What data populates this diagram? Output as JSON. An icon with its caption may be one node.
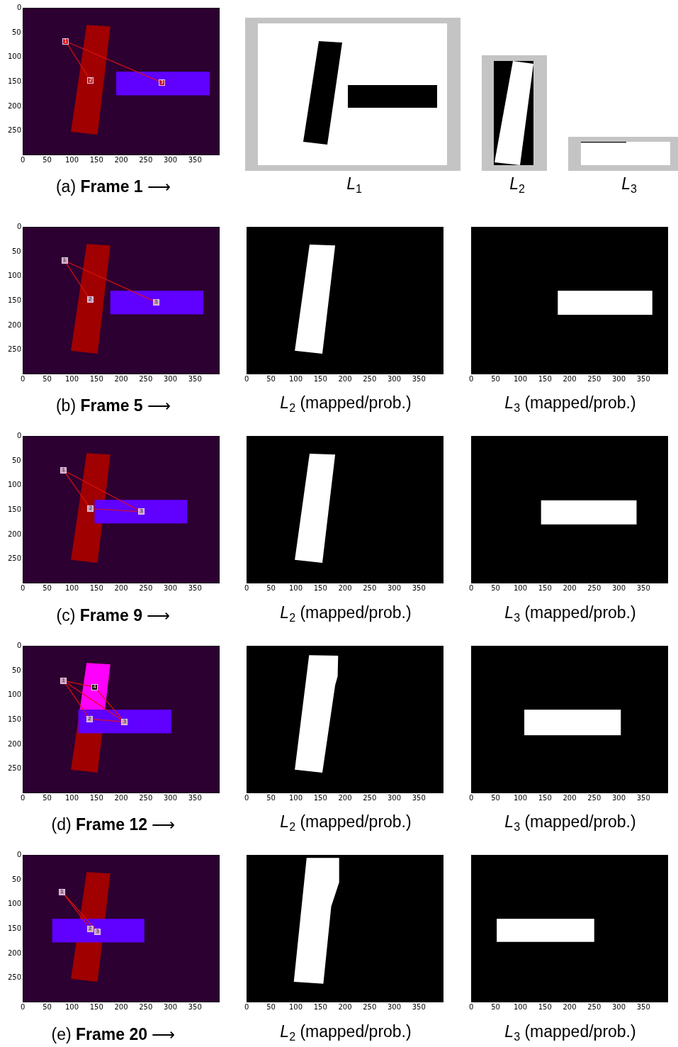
{
  "diagram": {
    "nodes": [
      {
        "text": [
          "1"
        ]
      },
      {
        "text": [
          "2"
        ]
      },
      {
        "text": [
          "3"
        ]
      },
      {
        "text": [
          "1"
        ]
      },
      {
        "text": [
          "2"
        ]
      },
      {
        "text": [
          "3"
        ]
      },
      {
        "text": [
          "1"
        ]
      },
      {
        "text": [
          "2"
        ]
      },
      {
        "text": [
          "3"
        ]
      },
      {
        "text": [
          "1"
        ]
      },
      {
        "text": [
          "4"
        ]
      },
      {
        "text": [
          "2"
        ]
      },
      {
        "text": [
          "3"
        ]
      },
      {
        "text": [
          "1"
        ]
      },
      {
        "text": [
          "2"
        ]
      },
      {
        "text": [
          "3"
        ]
      }
    ],
    "edges": [
      {
        "from": 0,
        "to": 1,
        "arrow": "none"
      },
      {
        "from": 0,
        "to": 2,
        "arrow": "none"
      },
      {
        "from": 3,
        "to": 4,
        "arrow": "none"
      },
      {
        "from": 3,
        "to": 5,
        "arrow": "none"
      },
      {
        "from": 6,
        "to": 7,
        "arrow": "none"
      },
      {
        "from": 6,
        "to": 8,
        "arrow": "none"
      },
      {
        "from": 7,
        "to": 8,
        "arrow": "none"
      },
      {
        "from": 9,
        "to": 10,
        "arrow": "none"
      },
      {
        "from": 9,
        "to": 11,
        "arrow": "none"
      },
      {
        "from": 9,
        "to": 12,
        "arrow": "none"
      },
      {
        "from": 10,
        "to": 12,
        "arrow": "none"
      },
      {
        "from": 11,
        "to": 12,
        "arrow": "none"
      },
      {
        "from": 13,
        "to": 14,
        "arrow": "none"
      },
      {
        "from": 13,
        "to": 15,
        "arrow": "none"
      }
    ],
    "labels": [
      "0",
      "50",
      "100",
      "150",
      "200",
      "250",
      "0",
      "50",
      "100",
      "150",
      "200",
      "250",
      "300",
      "350",
      "(a) **Frame 1** ⟶",
      "*L*$_{1}$",
      "*L*$_{2}$",
      "*L*$_{3}$",
      "0",
      "50",
      "100",
      "150",
      "200",
      "250",
      "0",
      "50",
      "100",
      "150",
      "200",
      "250",
      "300",
      "350",
      "(b) **Frame 5** ⟶",
      "0",
      "50",
      "100",
      "150",
      "200",
      "250",
      "300",
      "350",
      "*L*$_{2}$ (mapped/prob.)",
      "0",
      "50",
      "100",
      "150",
      "200",
      "250",
      "300",
      "350",
      "*L*$_{3}$ (mapped/prob.)",
      "0",
      "50",
      "100",
      "150",
      "200",
      "250",
      "0",
      "50",
      "100",
      "150",
      "200",
      "250",
      "300",
      "350",
      "(c) **Frame 9** ⟶",
      "0",
      "50",
      "100",
      "150",
      "200",
      "250",
      "300",
      "350",
      "*L*$_{2}$ (mapped/prob.)",
      "0",
      "50",
      "100",
      "150",
      "200",
      "250",
      "300",
      "350",
      "*L*$_{3}$ (mapped/prob.)",
      "0",
      "50",
      "100",
      "150",
      "200",
      "250",
      "0",
      "50",
      "100",
      "150",
      "200",
      "250",
      "300",
      "350",
      "(d) **Frame 12** ⟶",
      "0",
      "50",
      "100",
      "150",
      "200",
      "250",
      "300",
      "350",
      "*L*$_{2}$ (mapped/prob.)",
      "0",
      "50",
      "100",
      "150",
      "200",
      "250",
      "300",
      "350",
      "*L*$_{3}$ (mapped/prob.)",
      "0",
      "50",
      "100",
      "150",
      "200",
      "250",
      "0",
      "50",
      "100",
      "150",
      "200",
      "250",
      "300",
      "350",
      "(e) **Frame 20** ⟶",
      "0",
      "50",
      "100",
      "150",
      "200",
      "250",
      "300",
      "350",
      "*L*$_{2}$ (mapped/prob.)",
      "0",
      "50",
      "100",
      "150",
      "200",
      "250",
      "300",
      "350",
      "*L*$_{3}$ (mapped/prob.)"
    ]
  }
}
